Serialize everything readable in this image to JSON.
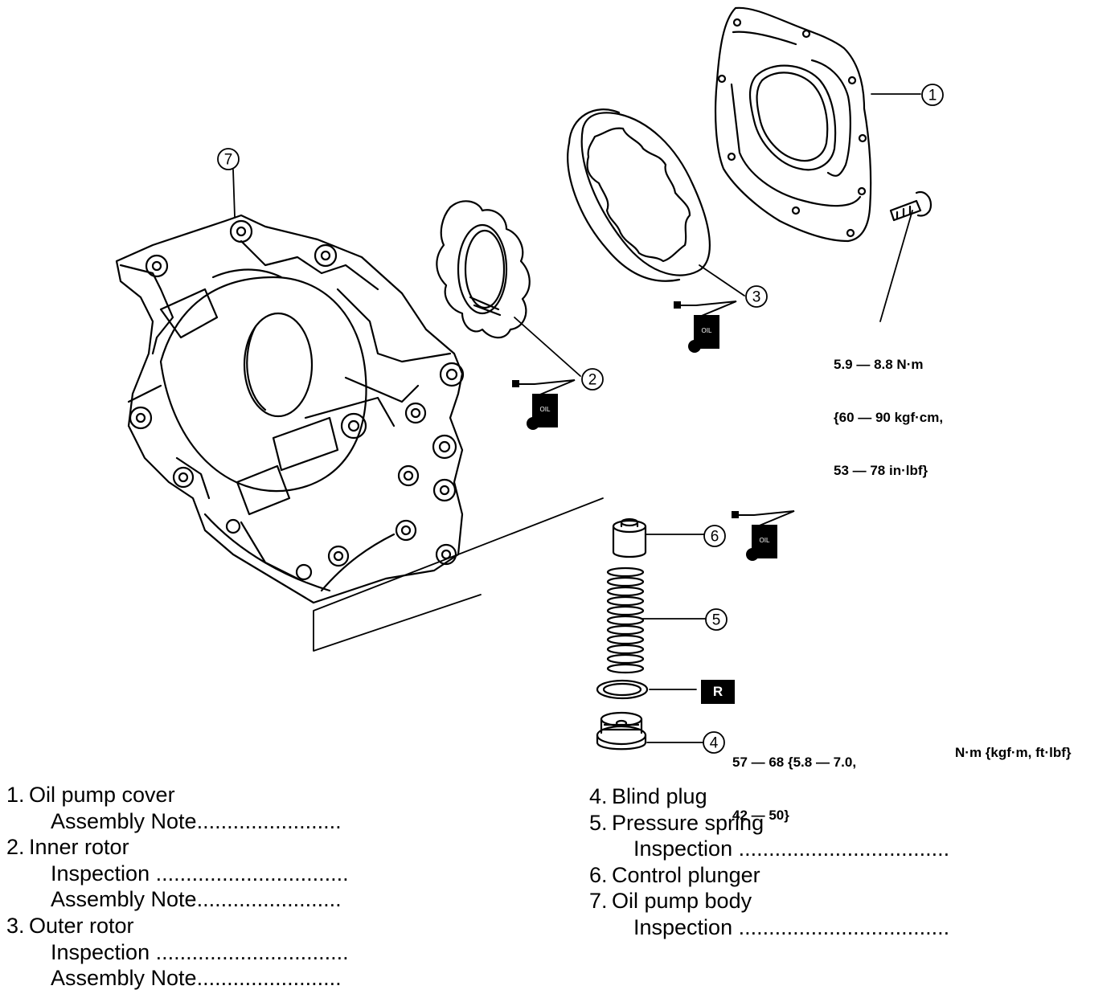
{
  "callouts": [
    {
      "id": "1",
      "label": "1"
    },
    {
      "id": "2",
      "label": "2"
    },
    {
      "id": "3",
      "label": "3"
    },
    {
      "id": "4",
      "label": "4"
    },
    {
      "id": "5",
      "label": "5"
    },
    {
      "id": "6",
      "label": "6"
    },
    {
      "id": "7",
      "label": "7"
    }
  ],
  "oil_label": "OIL",
  "replace_label": "R",
  "torque_cover_bolt": [
    "5.9 — 8.8 N·m",
    "{60 — 90 kgf·cm,",
    "53 — 78 in·lbf}"
  ],
  "torque_blind_plug": [
    "57 — 68 {5.8 — 7.0,",
    "42 — 50}"
  ],
  "units_note": "N·m {kgf·m, ft·lbf}",
  "legend_left": [
    {
      "num": "1.",
      "name": "Oil pump cover",
      "subs": [
        {
          "label": "Assembly Note",
          "dots": "........................"
        }
      ]
    },
    {
      "num": "2.",
      "name": "Inner rotor",
      "subs": [
        {
          "label": "Inspection",
          "dots": "................................"
        },
        {
          "label": "Assembly Note",
          "dots": "........................"
        }
      ]
    },
    {
      "num": "3.",
      "name": "Outer rotor",
      "subs": [
        {
          "label": "Inspection",
          "dots": "................................"
        },
        {
          "label": "Assembly Note",
          "dots": "........................"
        }
      ]
    }
  ],
  "legend_right": [
    {
      "num": "4.",
      "name": "Blind plug",
      "subs": []
    },
    {
      "num": "5.",
      "name": "Pressure spring",
      "subs": [
        {
          "label": "Inspection",
          "dots": "..................................."
        }
      ]
    },
    {
      "num": "6.",
      "name": "Control plunger",
      "subs": []
    },
    {
      "num": "7.",
      "name": "Oil pump body",
      "subs": [
        {
          "label": "Inspection",
          "dots": "..................................."
        }
      ]
    }
  ]
}
